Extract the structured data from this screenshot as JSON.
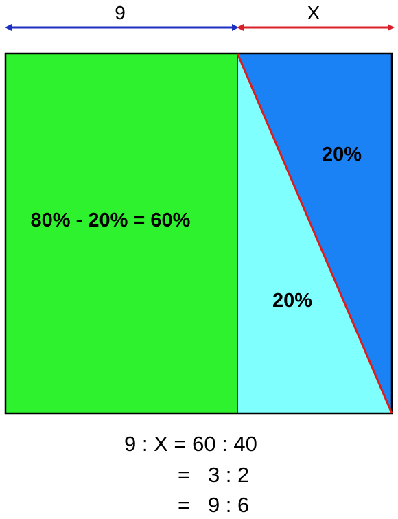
{
  "dimensions": {
    "left_width_label": "9",
    "right_width_label": "X"
  },
  "regions": {
    "left_label": "80% - 20% = 60%",
    "dark_triangle_label": "20%",
    "light_triangle_label": "20%"
  },
  "equations": [
    "9 : X = 60 : 40",
    "=   3 : 2",
    "=   9 : 6"
  ],
  "colors": {
    "left_region": "#2ef22e",
    "dark_triangle": "#1b82f5",
    "light_triangle": "#80ffff",
    "diagonal": "#e01b1b",
    "left_arrow": "#1f2fc2",
    "right_arrow": "#d8202a",
    "outline": "#000000"
  }
}
